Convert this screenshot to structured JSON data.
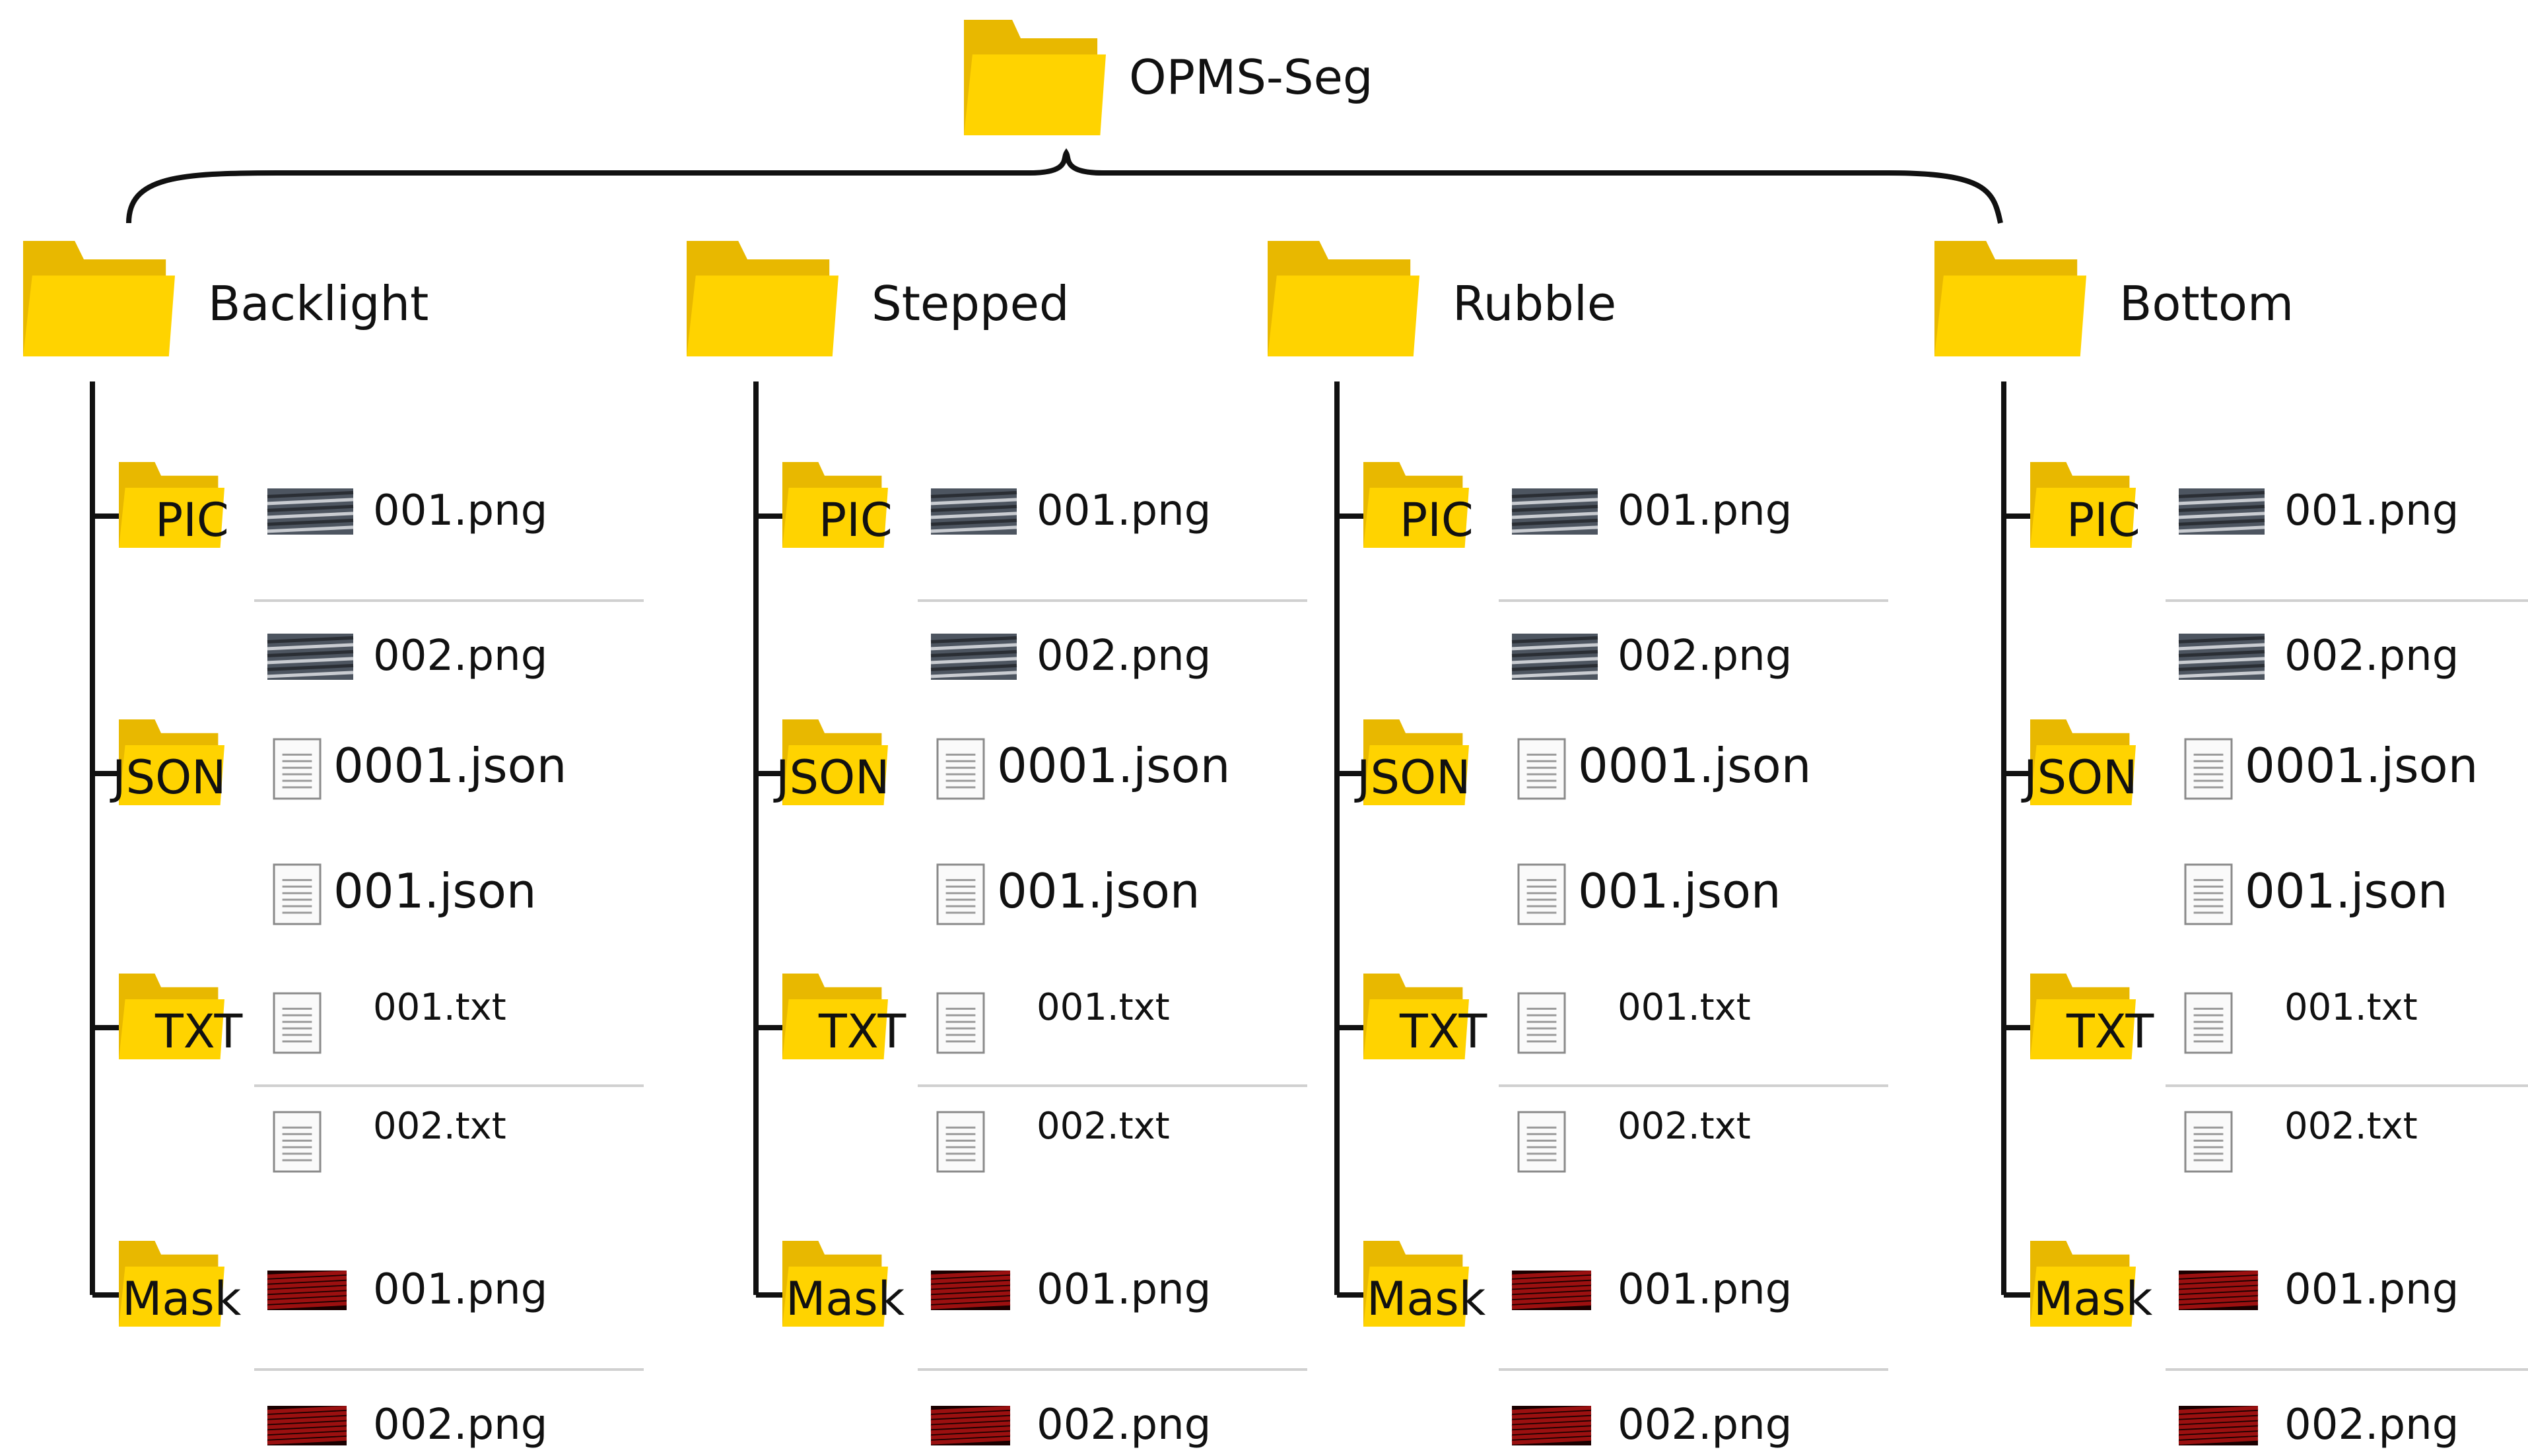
{
  "colors": {
    "folder_back": "#E8B800",
    "folder_front": "#FFD300",
    "line": "#111111",
    "divider": "#d0d0d0",
    "doc_border": "#8a8a8a"
  },
  "root": {
    "label": "OPMS-Seg",
    "icon": "folder-icon"
  },
  "categories": [
    {
      "label": "Backlight",
      "subfolders": [
        {
          "label": "PIC",
          "files": [
            {
              "name": "001.png",
              "icon": "photo-thumbnail-icon"
            },
            {
              "name": "002.png",
              "icon": "photo-thumbnail-icon"
            }
          ]
        },
        {
          "label": "JSON",
          "files": [
            {
              "name": "0001.json",
              "icon": "document-icon"
            },
            {
              "name": "001.json",
              "icon": "document-icon"
            }
          ]
        },
        {
          "label": "TXT",
          "files": [
            {
              "name": "001.txt",
              "icon": "document-icon"
            },
            {
              "name": "002.txt",
              "icon": "document-icon"
            }
          ]
        },
        {
          "label": "Mask",
          "files": [
            {
              "name": "001.png",
              "icon": "mask-thumbnail-icon"
            },
            {
              "name": "002.png",
              "icon": "mask-thumbnail-icon"
            }
          ]
        }
      ]
    },
    {
      "label": "Stepped",
      "subfolders": [
        {
          "label": "PIC",
          "files": [
            {
              "name": "001.png",
              "icon": "photo-thumbnail-icon"
            },
            {
              "name": "002.png",
              "icon": "photo-thumbnail-icon"
            }
          ]
        },
        {
          "label": "JSON",
          "files": [
            {
              "name": "0001.json",
              "icon": "document-icon"
            },
            {
              "name": "001.json",
              "icon": "document-icon"
            }
          ]
        },
        {
          "label": "TXT",
          "files": [
            {
              "name": "001.txt",
              "icon": "document-icon"
            },
            {
              "name": "002.txt",
              "icon": "document-icon"
            }
          ]
        },
        {
          "label": "Mask",
          "files": [
            {
              "name": "001.png",
              "icon": "mask-thumbnail-icon"
            },
            {
              "name": "002.png",
              "icon": "mask-thumbnail-icon"
            }
          ]
        }
      ]
    },
    {
      "label": "Rubble",
      "subfolders": [
        {
          "label": "PIC",
          "files": [
            {
              "name": "001.png",
              "icon": "photo-thumbnail-icon"
            },
            {
              "name": "002.png",
              "icon": "photo-thumbnail-icon"
            }
          ]
        },
        {
          "label": "JSON",
          "files": [
            {
              "name": "0001.json",
              "icon": "document-icon"
            },
            {
              "name": "001.json",
              "icon": "document-icon"
            }
          ]
        },
        {
          "label": "TXT",
          "files": [
            {
              "name": "001.txt",
              "icon": "document-icon"
            },
            {
              "name": "002.txt",
              "icon": "document-icon"
            }
          ]
        },
        {
          "label": "Mask",
          "files": [
            {
              "name": "001.png",
              "icon": "mask-thumbnail-icon"
            },
            {
              "name": "002.png",
              "icon": "mask-thumbnail-icon"
            }
          ]
        }
      ]
    },
    {
      "label": "Bottom",
      "subfolders": [
        {
          "label": "PIC",
          "files": [
            {
              "name": "001.png",
              "icon": "photo-thumbnail-icon"
            },
            {
              "name": "002.png",
              "icon": "photo-thumbnail-icon"
            }
          ]
        },
        {
          "label": "JSON",
          "files": [
            {
              "name": "0001.json",
              "icon": "document-icon"
            },
            {
              "name": "001.json",
              "icon": "document-icon"
            }
          ]
        },
        {
          "label": "TXT",
          "files": [
            {
              "name": "001.txt",
              "icon": "document-icon"
            },
            {
              "name": "002.txt",
              "icon": "document-icon"
            }
          ]
        },
        {
          "label": "Mask",
          "files": [
            {
              "name": "001.png",
              "icon": "mask-thumbnail-icon"
            },
            {
              "name": "002.png",
              "icon": "mask-thumbnail-icon"
            }
          ]
        }
      ]
    }
  ]
}
